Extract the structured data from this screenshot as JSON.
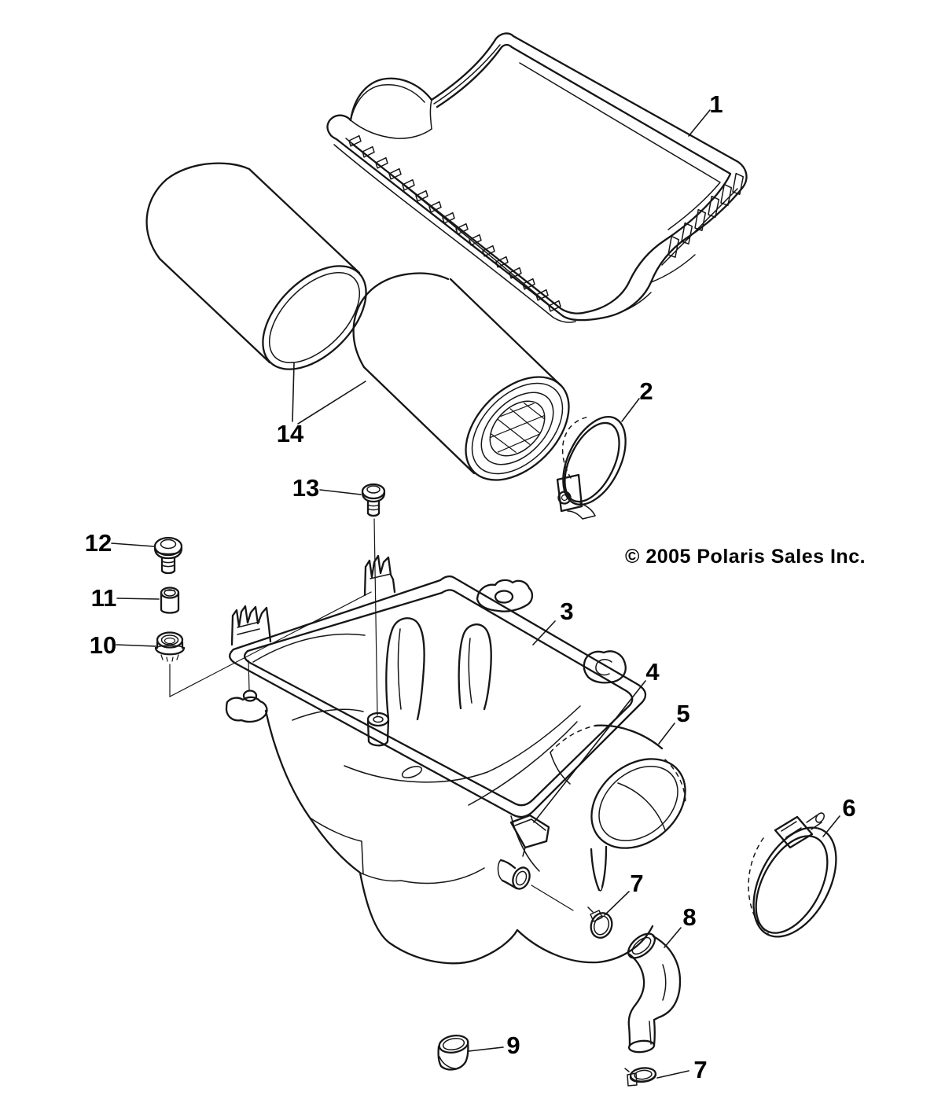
{
  "page": {
    "background_color": "#ffffff",
    "line_color": "#161616",
    "text_color": "#000000"
  },
  "copyright": "© 2005 Polaris Sales Inc.",
  "callouts": {
    "c1": "1",
    "c2": "2",
    "c3": "3",
    "c4": "4",
    "c5": "5",
    "c6": "6",
    "c7_upper": "7",
    "c7_lower": "7",
    "c8": "8",
    "c9": "9",
    "c10": "10",
    "c11": "11",
    "c12": "12",
    "c13": "13",
    "c14": "14"
  }
}
